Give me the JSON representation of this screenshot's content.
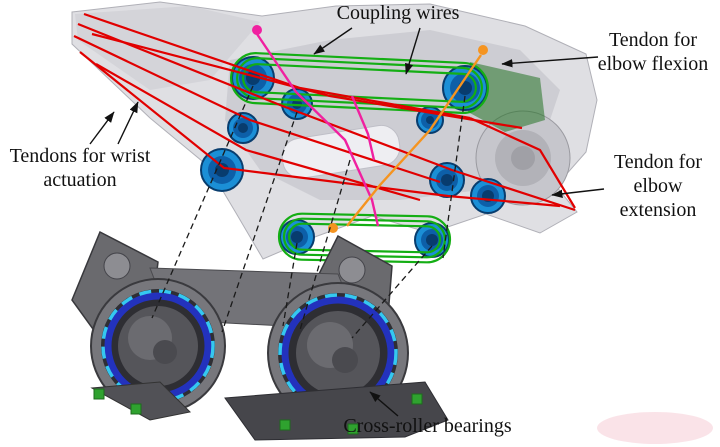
{
  "figure": {
    "labels": {
      "coupling_wires": "Coupling wires",
      "tendon_elbow_flexion": "Tendon for elbow flexion",
      "tendons_wrist_actuation": "Tendons for wrist actuation",
      "tendon_elbow_extension": "Tendon for elbow extension",
      "cross_roller_bearings": "Cross-roller bearings"
    },
    "colors": {
      "coupling_wire_green": "#14ae14",
      "wrist_tendon_red": "#e10000",
      "flexion_tendon_magenta": "#f020a0",
      "extension_tendon_orange": "#f59420",
      "pulley_blue": "#1b8fd6",
      "bearing_ring_blue": "#2233cc",
      "bearing_dashed_cyan": "#35c8f0",
      "body_gray": "#dcdce0"
    }
  }
}
